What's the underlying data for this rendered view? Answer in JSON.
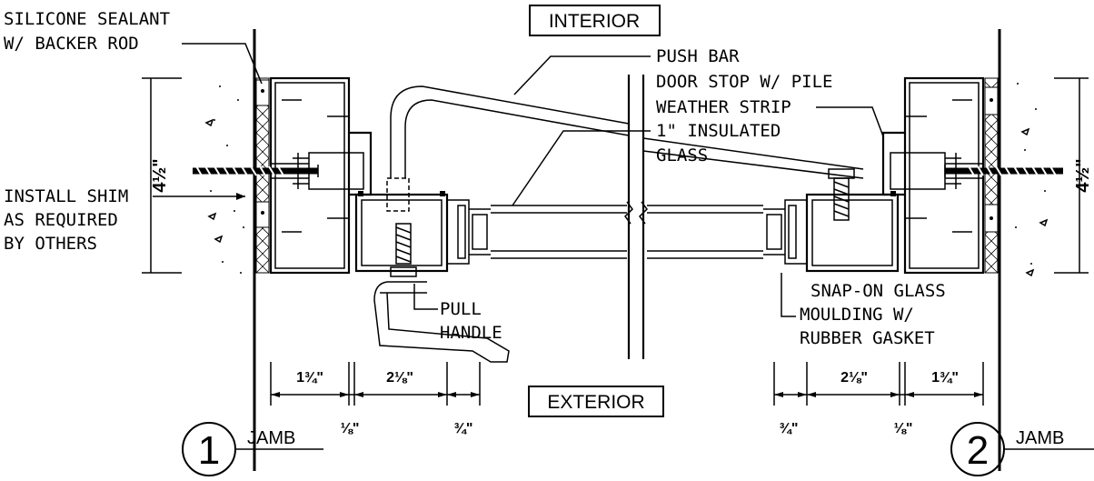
{
  "sides": {
    "interior_label": "INTERIOR",
    "exterior_label": "EXTERIOR"
  },
  "callouts": {
    "silicone_l1": "SILICONE SEALANT",
    "silicone_l2": "W/ BACKER ROD",
    "shim_l1": "INSTALL SHIM",
    "shim_l2": "AS REQUIRED",
    "shim_l3": "BY OTHERS",
    "push_bar": "PUSH BAR",
    "door_stop_l1": "DOOR STOP W/ PILE",
    "door_stop_l2": "WEATHER STRIP",
    "glass_l1": "1\" INSULATED",
    "glass_l2": "GLASS",
    "pull_l1": "PULL",
    "pull_l2": "HANDLE",
    "snap_l1": "SNAP-ON GLASS",
    "snap_l2": "MOULDING W/",
    "snap_l3": "RUBBER GASKET"
  },
  "dimensions": {
    "left_height": "4½\"",
    "right_height": "4½\"",
    "left_frame": "1¾\"",
    "left_gap": "⅛\"",
    "left_stile": "2⅛\"",
    "left_stop": "¾\"",
    "right_stop": "¾\"",
    "right_stile": "2⅛\"",
    "right_gap": "⅛\"",
    "right_frame": "1¾\""
  },
  "details": [
    {
      "number": "1",
      "label": "JAMB"
    },
    {
      "number": "2",
      "label": "JAMB"
    }
  ]
}
